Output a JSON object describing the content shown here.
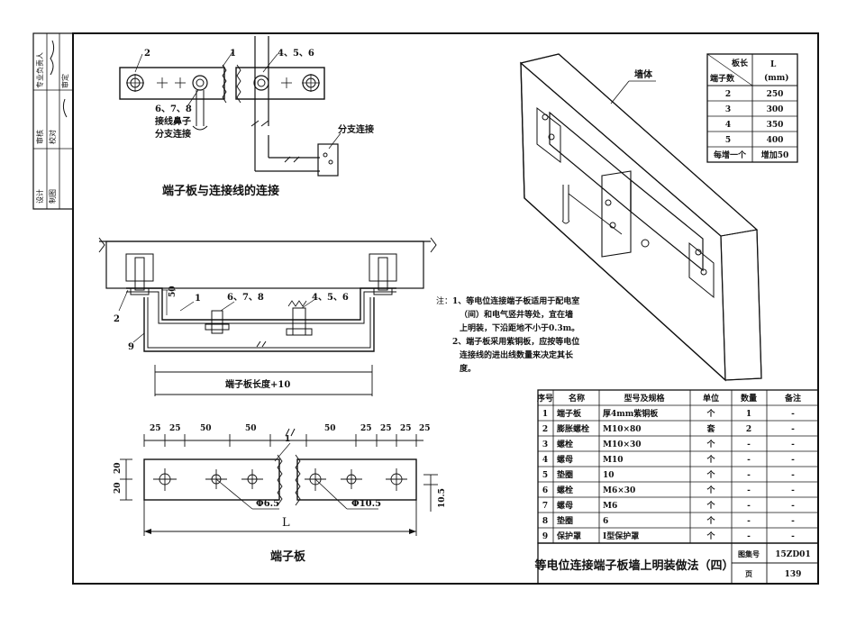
{
  "side_panel": {
    "sig1": "专业负责人",
    "sig2": "审核",
    "sig3": "设计",
    "sig4": "校对",
    "sig5": "制图",
    "sig6": "审定"
  },
  "top_left": {
    "title": "端子板与连接线的连接",
    "labels": [
      "2",
      "1",
      "4、5、6",
      "6、7、8",
      "接线鼻子",
      "分支连接",
      "分支连接"
    ]
  },
  "section": {
    "labels": [
      "2",
      "1",
      "6、7、8",
      "4、5、6",
      "9",
      "50"
    ],
    "length_label": "端子板长度+10"
  },
  "plate": {
    "title": "端子板",
    "dims_left": [
      "25",
      "25",
      "50",
      "50"
    ],
    "dims_right": [
      "50",
      "25",
      "25",
      "25",
      "25"
    ],
    "dims_side": [
      "20",
      "20"
    ],
    "label_1": "1",
    "hole_small": "Φ6.5",
    "hole_large": "Φ10.5",
    "dim_right": "10.5",
    "length": "L"
  },
  "iso": {
    "wall_label": "墙体"
  },
  "length_table": {
    "header_top": "板长",
    "header_bottom": "端子数",
    "header_l": "L",
    "header_unit": "(mm)",
    "rows": [
      {
        "n": "2",
        "l": "250"
      },
      {
        "n": "3",
        "l": "300"
      },
      {
        "n": "4",
        "l": "350"
      },
      {
        "n": "5",
        "l": "400"
      },
      {
        "n": "每增一个",
        "l": "增加50"
      }
    ]
  },
  "notes": {
    "prefix": "注：",
    "lines": [
      "1、等电位连接端子板适用于配电室",
      "（间）和电气竖井等处，宜在墙",
      "上明装，下沿距地不小于0.3m。",
      "2、端子板采用紫铜板，应按等电位",
      "连接线的进出线数量来决定其长",
      "度。"
    ]
  },
  "parts_table": {
    "headers": [
      "序号",
      "名称",
      "型号及规格",
      "单位",
      "数量",
      "备注"
    ],
    "rows": [
      [
        "1",
        "端子板",
        "厚4mm紫铜板",
        "个",
        "1",
        "-"
      ],
      [
        "2",
        "膨胀螺栓",
        "M10×80",
        "套",
        "2",
        "-"
      ],
      [
        "3",
        "螺栓",
        "M10×30",
        "个",
        "-",
        "-"
      ],
      [
        "4",
        "螺母",
        "M10",
        "个",
        "-",
        "-"
      ],
      [
        "5",
        "垫圈",
        "10",
        "个",
        "-",
        "-"
      ],
      [
        "6",
        "螺栓",
        "M6×30",
        "个",
        "-",
        "-"
      ],
      [
        "7",
        "螺母",
        "M6",
        "个",
        "-",
        "-"
      ],
      [
        "8",
        "垫圈",
        "6",
        "个",
        "-",
        "-"
      ],
      [
        "9",
        "保护罩",
        "I型保护罩",
        "个",
        "-",
        "-"
      ]
    ]
  },
  "title_block": {
    "title": "等电位连接端子板墙上明装做法（四）",
    "atlas_label": "图集号",
    "atlas_no": "15ZD01",
    "page_label": "页",
    "page_no": "139"
  }
}
